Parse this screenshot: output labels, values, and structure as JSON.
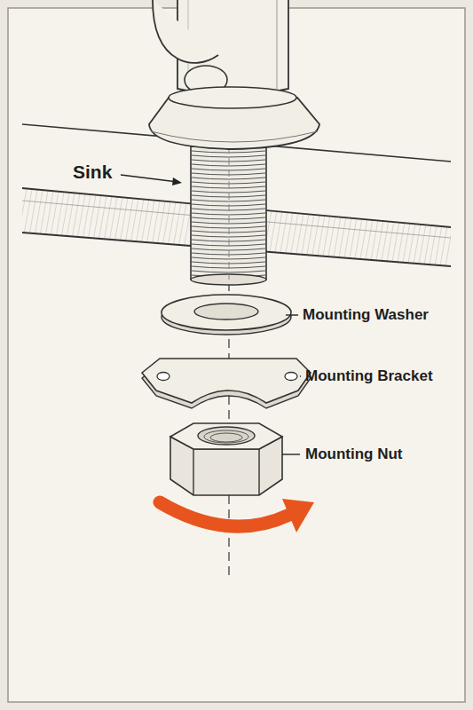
{
  "diagram": {
    "labels": [
      "Sink",
      "Mounting Washer",
      "Mounting Bracket",
      "Mounting Nut"
    ]
  }
}
